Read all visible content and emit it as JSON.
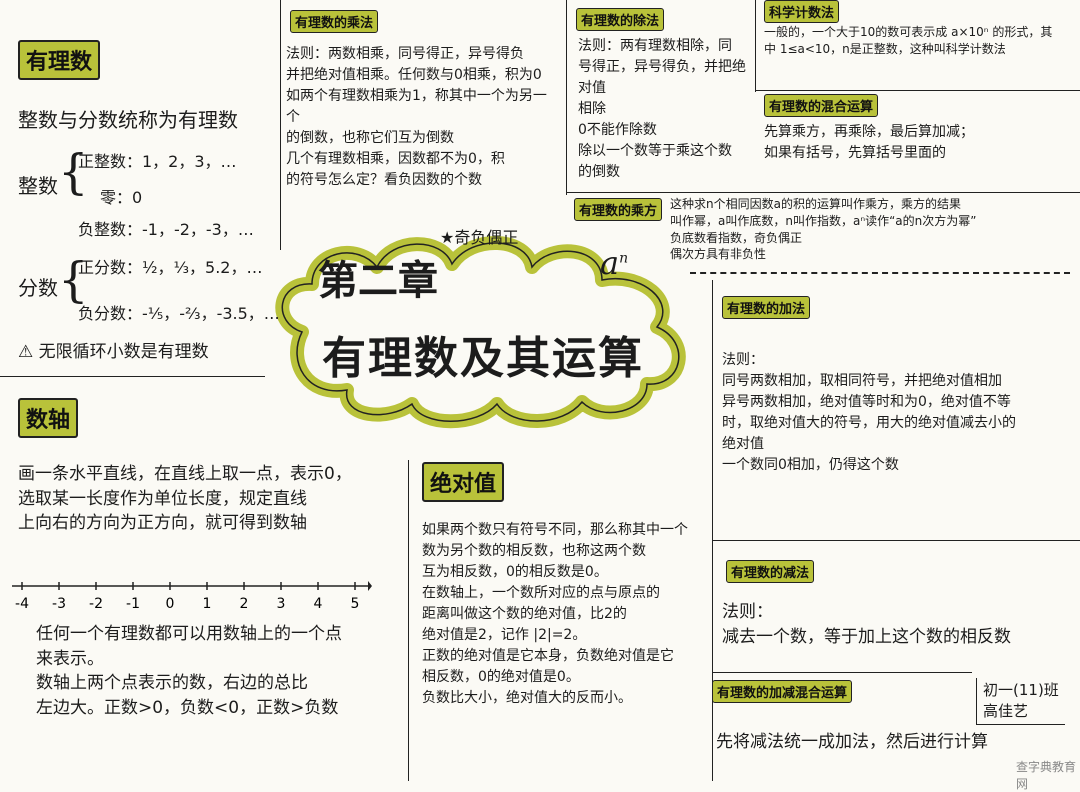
{
  "sections": {
    "rational": {
      "tag": "有理数",
      "definition": "整数与分数统称为有理数",
      "integer_label": "整数",
      "integer_items": [
        "正整数：1，2，3，…",
        "零：0",
        "负整数：-1，-2，-3，…"
      ],
      "fraction_label": "分数",
      "fraction_items": [
        "正分数：½，⅓，5.2，…",
        "负分数：-⅕，-⅔，-3.5，…"
      ],
      "note": "⚠ 无限循环小数是有理数"
    },
    "multiply": {
      "tag": "有理数的乘法",
      "body": "法则：两数相乘，同号得正，异号得负\n并把绝对值相乘。任何数与0相乘，积为0\n如两个有理数相乘为1，称其中一个为另一个\n的倒数，也称它们互为倒数\n几个有理数相乘，因数都不为0，积\n的符号怎么定？看负因数的个数",
      "rule": "★奇负偶正"
    },
    "divide": {
      "tag": "有理数的除法",
      "body": "法则：两有理数相除，同\n号得正，异号得负，并把绝对值\n相除\n0不能作除数\n除以一个数等于乘这个数\n的倒数"
    },
    "scientific": {
      "tag": "科学计数法",
      "body": "一般的，一个大于10的数可表示成 a×10ⁿ 的形式，其\n中 1≤a<10，n是正整数，这种叫科学计数法"
    },
    "mixed": {
      "tag": "有理数的混合运算",
      "body": "先算乘方，再乘除，最后算加减；\n如果有括号，先算括号里面的"
    },
    "power": {
      "tag": "有理数的乘方",
      "body": "这种求n个相同因数a的积的运算叫作乘方，乘方的结果\n叫作幂，a叫作底数，n叫作指数，aⁿ读作“a的n次方为幂”\n负底数看指数，奇负偶正\n偶次方具有非负性",
      "symbol_base": "a",
      "symbol_exp": "n"
    },
    "add": {
      "tag": "有理数的加法",
      "body": "法则：\n同号两数相加，取相同符号，并把绝对值相加\n异号两数相加，绝对值等时和为0，绝对值不等\n时，取绝对值大的符号，用大的绝对值减去小的\n绝对值\n一个数同0相加，仍得这个数"
    },
    "subtract": {
      "tag": "有理数的减法",
      "body": "法则：\n减去一个数，等于加上这个数的相反数"
    },
    "addsub": {
      "tag": "有理数的加减混合运算",
      "body": "先将减法统一成加法，然后进行计算"
    },
    "axis": {
      "tag": "数轴",
      "body": "画一条水平直线，在直线上取一点，表示0，\n选取某一长度作为单位长度，规定直线\n上向右的方向为正方向，就可得到数轴",
      "ticks": [
        "-4",
        "-3",
        "-2",
        "-1",
        "0",
        "1",
        "2",
        "3",
        "4",
        "5"
      ],
      "body2": "任何一个有理数都可以用数轴上的一个点\n来表示。\n数轴上两个点表示的数，右边的总比\n左边大。正数>0，负数<0，正数>负数"
    },
    "absolute": {
      "tag": "绝对值",
      "body": "如果两个数只有符号不同，那么称其中一个\n数为另个数的相反数，也称这两个数\n互为相反数，0的相反数是0。\n在数轴上，一个数所对应的点与原点的\n距离叫做这个数的绝对值，比2的\n绝对值是2，记作 |2|=2。\n正数的绝对值是它本身，负数绝对值是它\n相反数，0的绝对值是0。\n负数比大小，绝对值大的反而小。"
    }
  },
  "title": {
    "chapter": "第二章",
    "name": "有理数及其运算"
  },
  "signature": "初一(11)班\n高佳艺",
  "watermark": "查字典教育网",
  "colors": {
    "accent": "#b9c23a",
    "ink": "#1c1c1c",
    "paper": "#fbfaf5"
  }
}
